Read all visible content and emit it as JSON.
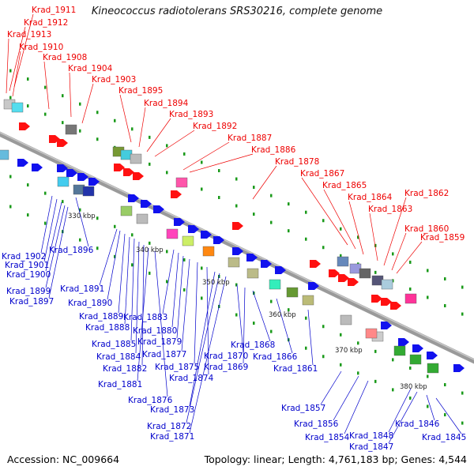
{
  "title": "Kineococcus radiotolerans SRS30216, complete genome",
  "accession": "Accession: NC_009664",
  "info": "Topology: linear; Length: 4,761,183 bp; Genes: 4,544",
  "colors": {
    "top_label": "#ee0000",
    "bottom_label": "#0000cc",
    "backbone": "#888888",
    "tick": "#1a9a1a"
  },
  "ticks": [
    "330 kbp",
    "340 kbp",
    "350 kbp",
    "360 kbp",
    "370 kbp",
    "380 kbp"
  ],
  "top_labels": [
    "Krad_1911",
    "Krad_1912",
    "Krad_1913",
    "Krad_1910",
    "Krad_1908",
    "Krad_1904",
    "Krad_1903",
    "Krad_1895",
    "Krad_1894",
    "Krad_1893",
    "Krad_1892",
    "Krad_1887",
    "Krad_1886",
    "Krad_1878",
    "Krad_1867",
    "Krad_1865",
    "Krad_1864",
    "Krad_1863",
    "Krad_1862",
    "Krad_1860",
    "Krad_1859"
  ],
  "bottom_labels": [
    "Krad_1902",
    "Krad_1896",
    "Krad_1901",
    "Krad_1900",
    "Krad_1899",
    "Krad_1897",
    "Krad_1891",
    "Krad_1890",
    "Krad_1889",
    "Krad_1888",
    "Krad_1883",
    "Krad_1885",
    "Krad_1880",
    "Krad_1879",
    "Krad_1884",
    "Krad_1877",
    "Krad_1882",
    "Krad_1875",
    "Krad_1881",
    "Krad_1874",
    "Krad_1876",
    "Krad_1873",
    "Krad_1872",
    "Krad_1871",
    "Krad_1870",
    "Krad_1869",
    "Krad_1868",
    "Krad_1866",
    "Krad_1861",
    "Krad_1857",
    "Krad_1856",
    "Krad_1854",
    "Krad_1848",
    "Krad_1847",
    "Krad_1846",
    "Krad_1845"
  ]
}
